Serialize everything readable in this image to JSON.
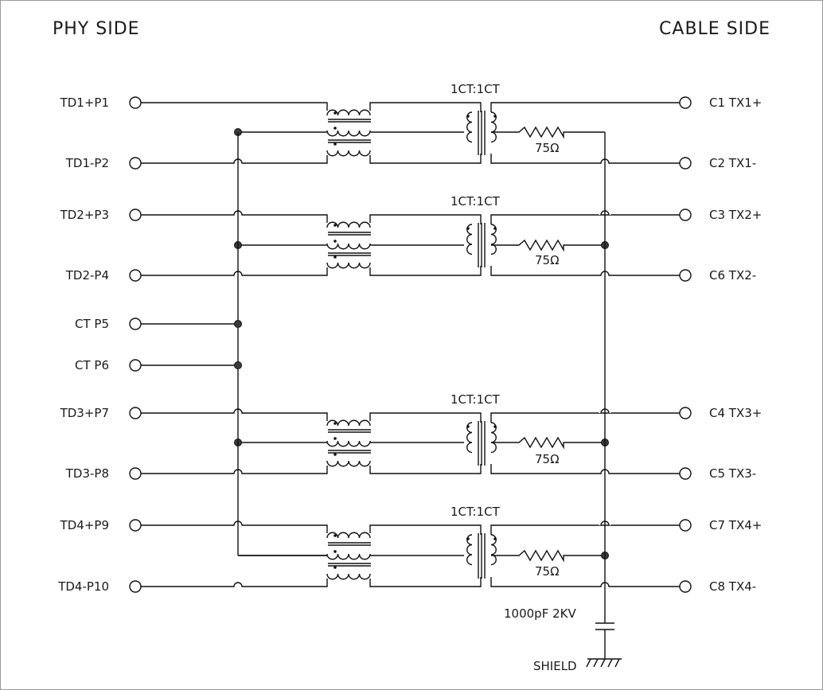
{
  "headers": {
    "phy_side": "PHY SIDE",
    "cable_side": "CABLE SIDE"
  },
  "phy_pins": [
    {
      "label": "TD1+P1"
    },
    {
      "label": "TD1-P2"
    },
    {
      "label": "TD2+P3"
    },
    {
      "label": "TD2-P4"
    },
    {
      "label": "CT P5"
    },
    {
      "label": "CT P6"
    },
    {
      "label": "TD3+P7"
    },
    {
      "label": "TD3-P8"
    },
    {
      "label": "TD4+P9"
    },
    {
      "label": "TD4-P10"
    }
  ],
  "cable_pins": [
    {
      "label": "C1 TX1+"
    },
    {
      "label": "C2 TX1-"
    },
    {
      "label": "C3 TX2+"
    },
    {
      "label": "C6 TX2-"
    },
    {
      "label": "C4 TX3+"
    },
    {
      "label": "C5 TX3-"
    },
    {
      "label": "C7 TX4+"
    },
    {
      "label": "C8 TX4-"
    }
  ],
  "channels": [
    {
      "ratio": "1CT:1CT",
      "resistor": "75Ω"
    },
    {
      "ratio": "1CT:1CT",
      "resistor": "75Ω"
    },
    {
      "ratio": "1CT:1CT",
      "resistor": "75Ω"
    },
    {
      "ratio": "1CT:1CT",
      "resistor": "75Ω"
    }
  ],
  "capacitor": {
    "label": "1000pF 2KV"
  },
  "ground": {
    "label": "SHIELD"
  }
}
